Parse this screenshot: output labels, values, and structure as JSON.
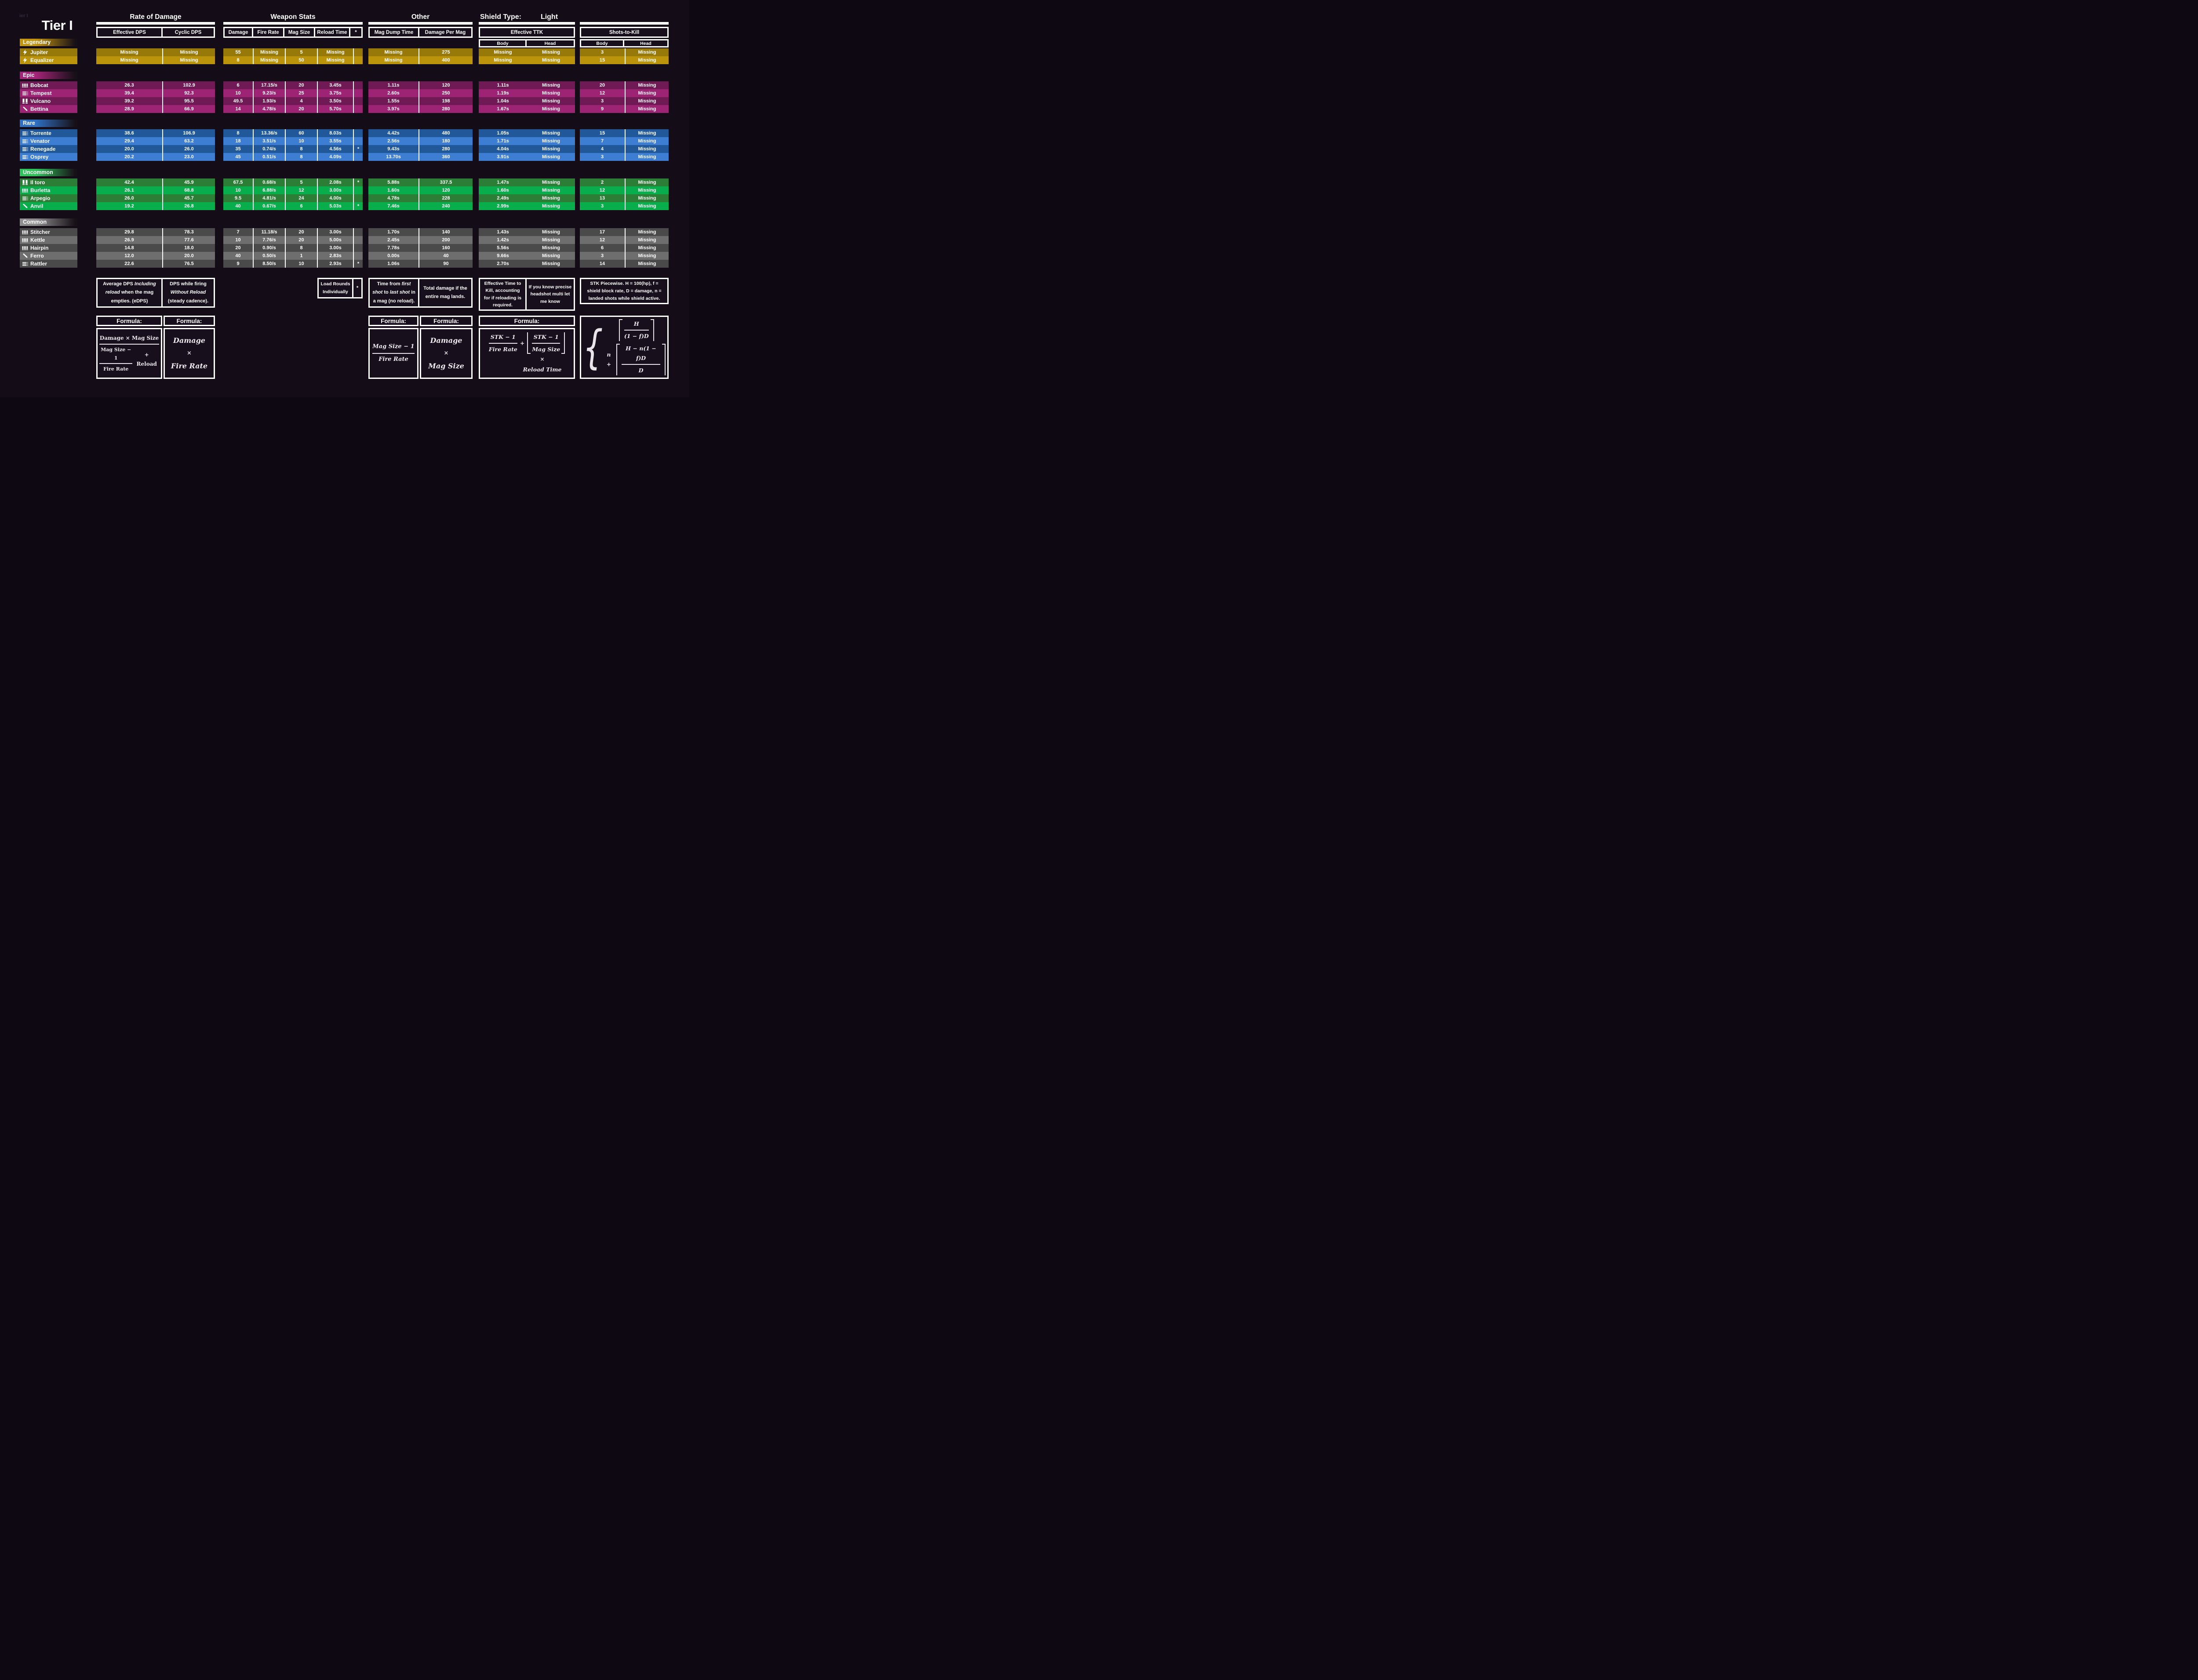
{
  "page": {
    "mini_label": "ier I",
    "title": "Tier I"
  },
  "groups": {
    "rate_of_damage": {
      "title": "Rate of Damage",
      "columns": [
        "Effective DPS",
        "Cyclic DPS"
      ]
    },
    "weapon_stats": {
      "title": "Weapon Stats",
      "columns": [
        "Damage",
        "Fire Rate",
        "Mag Size",
        "Reload Time",
        "*"
      ]
    },
    "other": {
      "title": "Other",
      "columns": [
        "Mag Dump Time",
        "Damage Per Mag"
      ]
    },
    "effective_ttk": {
      "shield_type_label": "Shield Type:",
      "shield_type_value": "Light",
      "header": "Effective TTK",
      "subcolumns": [
        "Body",
        "Head"
      ]
    },
    "shots_to_kill": {
      "header": "Shots-to-Kill",
      "subcolumns": [
        "Body",
        "Head"
      ]
    }
  },
  "tiers": [
    {
      "name": "Legendary",
      "bar_color": "#c3940e",
      "row_dark": "#97790a",
      "row_light": "#bb940c",
      "weapons": [
        {
          "icon": "lightning-icon",
          "name": "Jupiter",
          "effective_dps": "Missing",
          "cyclic_dps": "Missing",
          "damage": "55",
          "fire_rate": "Missing",
          "mag_size": "5",
          "reload_time": "Missing",
          "special": "",
          "mag_dump_time": "Missing",
          "damage_per_mag": "275",
          "ettk_body": "Missing",
          "ettk_head": "Missing",
          "stk_body": "3",
          "stk_head": "Missing"
        },
        {
          "icon": "lightning-icon",
          "name": "Equalizer",
          "effective_dps": "Missing",
          "cyclic_dps": "Missing",
          "damage": "8",
          "fire_rate": "Missing",
          "mag_size": "50",
          "reload_time": "Missing",
          "special": "",
          "mag_dump_time": "Missing",
          "damage_per_mag": "400",
          "ettk_body": "Missing",
          "ettk_head": "Missing",
          "stk_body": "15",
          "stk_head": "Missing"
        }
      ]
    },
    {
      "name": "Epic",
      "bar_color": "#a32478",
      "row_dark": "#6f1a55",
      "row_light": "#9d2374",
      "weapons": [
        {
          "icon": "pistol-rounds-icon",
          "name": "Bobcat",
          "effective_dps": "26.3",
          "cyclic_dps": "102.9",
          "damage": "6",
          "fire_rate": "17.15/s",
          "mag_size": "20",
          "reload_time": "3.45s",
          "special": "",
          "mag_dump_time": "1.11s",
          "damage_per_mag": "120",
          "ettk_body": "1.11s",
          "ettk_head": "Missing",
          "stk_body": "20",
          "stk_head": "Missing"
        },
        {
          "icon": "rifle-rounds-icon",
          "name": "Tempest",
          "effective_dps": "39.4",
          "cyclic_dps": "92.3",
          "damage": "10",
          "fire_rate": "9.23/s",
          "mag_size": "25",
          "reload_time": "3.75s",
          "special": "",
          "mag_dump_time": "2.60s",
          "damage_per_mag": "250",
          "ettk_body": "1.19s",
          "ettk_head": "Missing",
          "stk_body": "12",
          "stk_head": "Missing"
        },
        {
          "icon": "shotgun-shells-icon",
          "name": "Vulcano",
          "effective_dps": "39.2",
          "cyclic_dps": "95.5",
          "damage": "49.5",
          "fire_rate": "1.93/s",
          "mag_size": "4",
          "reload_time": "3.50s",
          "special": "",
          "mag_dump_time": "1.55s",
          "damage_per_mag": "198",
          "ettk_body": "1.04s",
          "ettk_head": "Missing",
          "stk_body": "3",
          "stk_head": "Missing"
        },
        {
          "icon": "sniper-round-icon",
          "name": "Bettina",
          "effective_dps": "28.9",
          "cyclic_dps": "66.9",
          "damage": "14",
          "fire_rate": "4.78/s",
          "mag_size": "20",
          "reload_time": "5.70s",
          "special": "",
          "mag_dump_time": "3.97s",
          "damage_per_mag": "280",
          "ettk_body": "1.67s",
          "ettk_head": "Missing",
          "stk_body": "9",
          "stk_head": "Missing"
        }
      ]
    },
    {
      "name": "Rare",
      "bar_color": "#2f70c2",
      "row_dark": "#20589a",
      "row_light": "#3d7dd2",
      "weapons": [
        {
          "icon": "rifle-rounds-icon",
          "name": "Torrente",
          "effective_dps": "38.6",
          "cyclic_dps": "106.9",
          "damage": "8",
          "fire_rate": "13.36/s",
          "mag_size": "60",
          "reload_time": "8.03s",
          "special": "",
          "mag_dump_time": "4.42s",
          "damage_per_mag": "480",
          "ettk_body": "1.05s",
          "ettk_head": "Missing",
          "stk_body": "15",
          "stk_head": "Missing"
        },
        {
          "icon": "rifle-rounds-icon",
          "name": "Venator",
          "effective_dps": "29.4",
          "cyclic_dps": "63.2",
          "damage": "18",
          "fire_rate": "3.51/s",
          "mag_size": "10",
          "reload_time": "3.55s",
          "special": "",
          "mag_dump_time": "2.56s",
          "damage_per_mag": "180",
          "ettk_body": "1.71s",
          "ettk_head": "Missing",
          "stk_body": "7",
          "stk_head": "Missing"
        },
        {
          "icon": "rifle-rounds-icon",
          "name": "Renegade",
          "effective_dps": "20.0",
          "cyclic_dps": "26.0",
          "damage": "35",
          "fire_rate": "0.74/s",
          "mag_size": "8",
          "reload_time": "4.56s",
          "special": "*",
          "mag_dump_time": "9.43s",
          "damage_per_mag": "280",
          "ettk_body": "4.04s",
          "ettk_head": "Missing",
          "stk_body": "4",
          "stk_head": "Missing"
        },
        {
          "icon": "rifle-rounds-icon",
          "name": "Osprey",
          "effective_dps": "20.2",
          "cyclic_dps": "23.0",
          "damage": "45",
          "fire_rate": "0.51/s",
          "mag_size": "8",
          "reload_time": "4.09s",
          "special": "",
          "mag_dump_time": "13.70s",
          "damage_per_mag": "360",
          "ettk_body": "3.91s",
          "ettk_head": "Missing",
          "stk_body": "3",
          "stk_head": "Missing"
        }
      ]
    },
    {
      "name": "Uncommon",
      "bar_color": "#2ec459",
      "row_dark": "#2c7d36",
      "row_light": "#09ae4c",
      "weapons": [
        {
          "icon": "shotgun-shells-icon",
          "name": "Il toro",
          "effective_dps": "42.4",
          "cyclic_dps": "45.9",
          "damage": "67.5",
          "fire_rate": "0.68/s",
          "mag_size": "5",
          "reload_time": "2.08s",
          "special": "*",
          "mag_dump_time": "5.88s",
          "damage_per_mag": "337.5",
          "ettk_body": "1.47s",
          "ettk_head": "Missing",
          "stk_body": "2",
          "stk_head": "Missing"
        },
        {
          "icon": "pistol-rounds-icon",
          "name": "Burletta",
          "effective_dps": "26.1",
          "cyclic_dps": "68.8",
          "damage": "10",
          "fire_rate": "6.88/s",
          "mag_size": "12",
          "reload_time": "3.00s",
          "special": "",
          "mag_dump_time": "1.60s",
          "damage_per_mag": "120",
          "ettk_body": "1.60s",
          "ettk_head": "Missing",
          "stk_body": "12",
          "stk_head": "Missing"
        },
        {
          "icon": "rifle-rounds-icon",
          "name": "Arpegio",
          "effective_dps": "26.0",
          "cyclic_dps": "45.7",
          "damage": "9.5",
          "fire_rate": "4.81/s",
          "mag_size": "24",
          "reload_time": "4.00s",
          "special": "",
          "mag_dump_time": "4.78s",
          "damage_per_mag": "228",
          "ettk_body": "2.49s",
          "ettk_head": "Missing",
          "stk_body": "13",
          "stk_head": "Missing"
        },
        {
          "icon": "sniper-round-icon",
          "name": "Anvil",
          "effective_dps": "19.2",
          "cyclic_dps": "26.8",
          "damage": "40",
          "fire_rate": "0.67/s",
          "mag_size": "6",
          "reload_time": "5.03s",
          "special": "*",
          "mag_dump_time": "7.46s",
          "damage_per_mag": "240",
          "ettk_body": "2.99s",
          "ettk_head": "Missing",
          "stk_body": "3",
          "stk_head": "Missing"
        }
      ]
    },
    {
      "name": "Common",
      "bar_color": "#8f8f8f",
      "row_dark": "#4a4a4a",
      "row_light": "#6e6e6e",
      "weapons": [
        {
          "icon": "pistol-rounds-icon",
          "name": "Stitcher",
          "effective_dps": "29.8",
          "cyclic_dps": "78.3",
          "damage": "7",
          "fire_rate": "11.18/s",
          "mag_size": "20",
          "reload_time": "3.00s",
          "special": "",
          "mag_dump_time": "1.70s",
          "damage_per_mag": "140",
          "ettk_body": "1.43s",
          "ettk_head": "Missing",
          "stk_body": "17",
          "stk_head": "Missing"
        },
        {
          "icon": "pistol-rounds-icon",
          "name": "Kettle",
          "effective_dps": "26.9",
          "cyclic_dps": "77.6",
          "damage": "10",
          "fire_rate": "7.76/s",
          "mag_size": "20",
          "reload_time": "5.00s",
          "special": "",
          "mag_dump_time": "2.45s",
          "damage_per_mag": "200",
          "ettk_body": "1.42s",
          "ettk_head": "Missing",
          "stk_body": "12",
          "stk_head": "Missing"
        },
        {
          "icon": "pistol-rounds-icon",
          "name": "Hairpin",
          "effective_dps": "14.8",
          "cyclic_dps": "18.0",
          "damage": "20",
          "fire_rate": "0.90/s",
          "mag_size": "8",
          "reload_time": "3.00s",
          "special": "",
          "mag_dump_time": "7.78s",
          "damage_per_mag": "160",
          "ettk_body": "5.56s",
          "ettk_head": "Missing",
          "stk_body": "6",
          "stk_head": "Missing"
        },
        {
          "icon": "sniper-round-icon",
          "name": "Ferro",
          "effective_dps": "12.0",
          "cyclic_dps": "20.0",
          "damage": "40",
          "fire_rate": "0.50/s",
          "mag_size": "1",
          "reload_time": "2.83s",
          "special": "",
          "mag_dump_time": "0.00s",
          "damage_per_mag": "40",
          "ettk_body": "9.66s",
          "ettk_head": "Missing",
          "stk_body": "3",
          "stk_head": "Missing"
        },
        {
          "icon": "rifle-rounds-icon",
          "name": "Rattler",
          "effective_dps": "22.6",
          "cyclic_dps": "76.5",
          "damage": "9",
          "fire_rate": "8.50/s",
          "mag_size": "10",
          "reload_time": "2.93s",
          "special": "*",
          "mag_dump_time": "1.06s",
          "damage_per_mag": "90",
          "ettk_body": "2.70s",
          "ettk_head": "Missing",
          "stk_body": "14",
          "stk_head": "Missing"
        }
      ]
    }
  ],
  "notes": {
    "edps": {
      "pre": "Average DPS ",
      "italic": "Including reload",
      "post": " when the mag empties. (eDPS)"
    },
    "cyclic": {
      "pre": "DPS while firing ",
      "italic": "Without Reload",
      "post": " (steady cadence)."
    },
    "load_rounds": {
      "text": "Load Rounds Individually",
      "mark": "*"
    },
    "mag_dump": {
      "pre": "Time from ",
      "italic1": "first shot",
      "mid": " to ",
      "italic2": "last shot",
      "post": " in a mag (no reload)."
    },
    "damage_per_mag": {
      "text": "Total damage if the entire mag lands."
    },
    "effective_ttk": {
      "text": "Effective Time to Kill, accounting for if reloading is required."
    },
    "headshot": {
      "text": "If you know precise headshot multi let me know"
    },
    "stk": {
      "text": "STK Piecewise. H = 100(hp), f = shield block rate, D = damage, n = landed shots while shield active."
    }
  },
  "formulas": {
    "label": "Formula:",
    "edps": {
      "num": "Damage × Mag Size",
      "sub_num": "Mag Size − 1",
      "sub_den": "Fire Rate",
      "suffix": "+ Reload"
    },
    "cyclic": {
      "a": "Damage",
      "op": "×",
      "b": "Fire Rate"
    },
    "mag_dump": {
      "num": "Mag Size − 1",
      "den": "Fire Rate"
    },
    "dpm": {
      "a": "Damage",
      "op": "×",
      "b": "Mag Size"
    },
    "ettk": {
      "f1_num": "STK − 1",
      "f1_den": "Fire Rate",
      "plus": "+",
      "f2_num": "STK − 1",
      "f2_den": "Mag Size",
      "op": "×",
      "suffix": "Reload Time"
    },
    "stk": {
      "p1_num": "H",
      "p1_den": "(1 − f)D",
      "prefix": "n +",
      "p2_num": "H − n(1 − f)D",
      "p2_den": "D"
    }
  },
  "colors": {
    "background": "#140d18",
    "frame_white": "#ffffff",
    "cell_dark": "#17101c"
  }
}
